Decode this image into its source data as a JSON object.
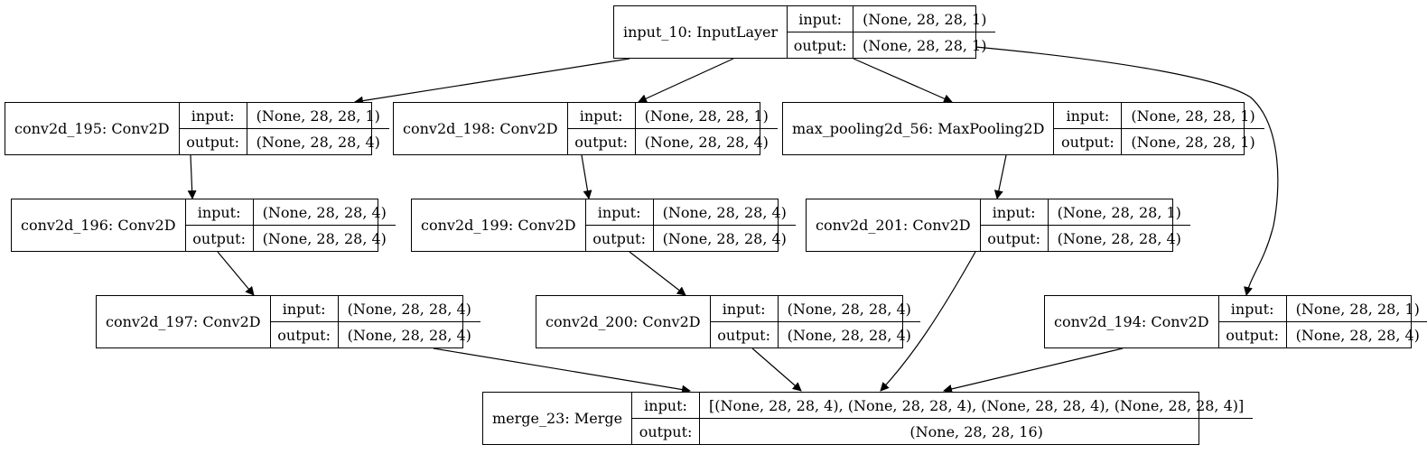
{
  "nodes": [
    {
      "id": "input_10",
      "name": "input_10: InputLayer",
      "input_label": "input:",
      "output_label": "output:",
      "input": "(None, 28, 28, 1)",
      "output": "(None, 28, 28, 1)"
    },
    {
      "id": "conv2d_195",
      "name": "conv2d_195: Conv2D",
      "input_label": "input:",
      "output_label": "output:",
      "input": "(None, 28, 28, 1)",
      "output": "(None, 28, 28, 4)"
    },
    {
      "id": "conv2d_198",
      "name": "conv2d_198: Conv2D",
      "input_label": "input:",
      "output_label": "output:",
      "input": "(None, 28, 28, 1)",
      "output": "(None, 28, 28, 4)"
    },
    {
      "id": "max_pooling2d_56",
      "name": "max_pooling2d_56: MaxPooling2D",
      "input_label": "input:",
      "output_label": "output:",
      "input": "(None, 28, 28, 1)",
      "output": "(None, 28, 28, 1)"
    },
    {
      "id": "conv2d_196",
      "name": "conv2d_196: Conv2D",
      "input_label": "input:",
      "output_label": "output:",
      "input": "(None, 28, 28, 4)",
      "output": "(None, 28, 28, 4)"
    },
    {
      "id": "conv2d_199",
      "name": "conv2d_199: Conv2D",
      "input_label": "input:",
      "output_label": "output:",
      "input": "(None, 28, 28, 4)",
      "output": "(None, 28, 28, 4)"
    },
    {
      "id": "conv2d_201",
      "name": "conv2d_201: Conv2D",
      "input_label": "input:",
      "output_label": "output:",
      "input": "(None, 28, 28, 1)",
      "output": "(None, 28, 28, 4)"
    },
    {
      "id": "conv2d_197",
      "name": "conv2d_197: Conv2D",
      "input_label": "input:",
      "output_label": "output:",
      "input": "(None, 28, 28, 4)",
      "output": "(None, 28, 28, 4)"
    },
    {
      "id": "conv2d_200",
      "name": "conv2d_200: Conv2D",
      "input_label": "input:",
      "output_label": "output:",
      "input": "(None, 28, 28, 4)",
      "output": "(None, 28, 28, 4)"
    },
    {
      "id": "conv2d_194",
      "name": "conv2d_194: Conv2D",
      "input_label": "input:",
      "output_label": "output:",
      "input": "(None, 28, 28, 1)",
      "output": "(None, 28, 28, 4)"
    },
    {
      "id": "merge_23",
      "name": "merge_23: Merge",
      "input_label": "input:",
      "output_label": "output:",
      "input": "[(None, 28, 28, 4), (None, 28, 28, 4), (None, 28, 28, 4), (None, 28, 28, 4)]",
      "output": "(None, 28, 28, 16)"
    }
  ],
  "edges": [
    {
      "from": "input_10",
      "to": "conv2d_195"
    },
    {
      "from": "input_10",
      "to": "conv2d_198"
    },
    {
      "from": "input_10",
      "to": "max_pooling2d_56"
    },
    {
      "from": "input_10",
      "to": "conv2d_194"
    },
    {
      "from": "conv2d_195",
      "to": "conv2d_196"
    },
    {
      "from": "conv2d_196",
      "to": "conv2d_197"
    },
    {
      "from": "conv2d_198",
      "to": "conv2d_199"
    },
    {
      "from": "conv2d_199",
      "to": "conv2d_200"
    },
    {
      "from": "max_pooling2d_56",
      "to": "conv2d_201"
    },
    {
      "from": "conv2d_197",
      "to": "merge_23"
    },
    {
      "from": "conv2d_200",
      "to": "merge_23"
    },
    {
      "from": "conv2d_201",
      "to": "merge_23"
    },
    {
      "from": "conv2d_194",
      "to": "merge_23"
    }
  ]
}
